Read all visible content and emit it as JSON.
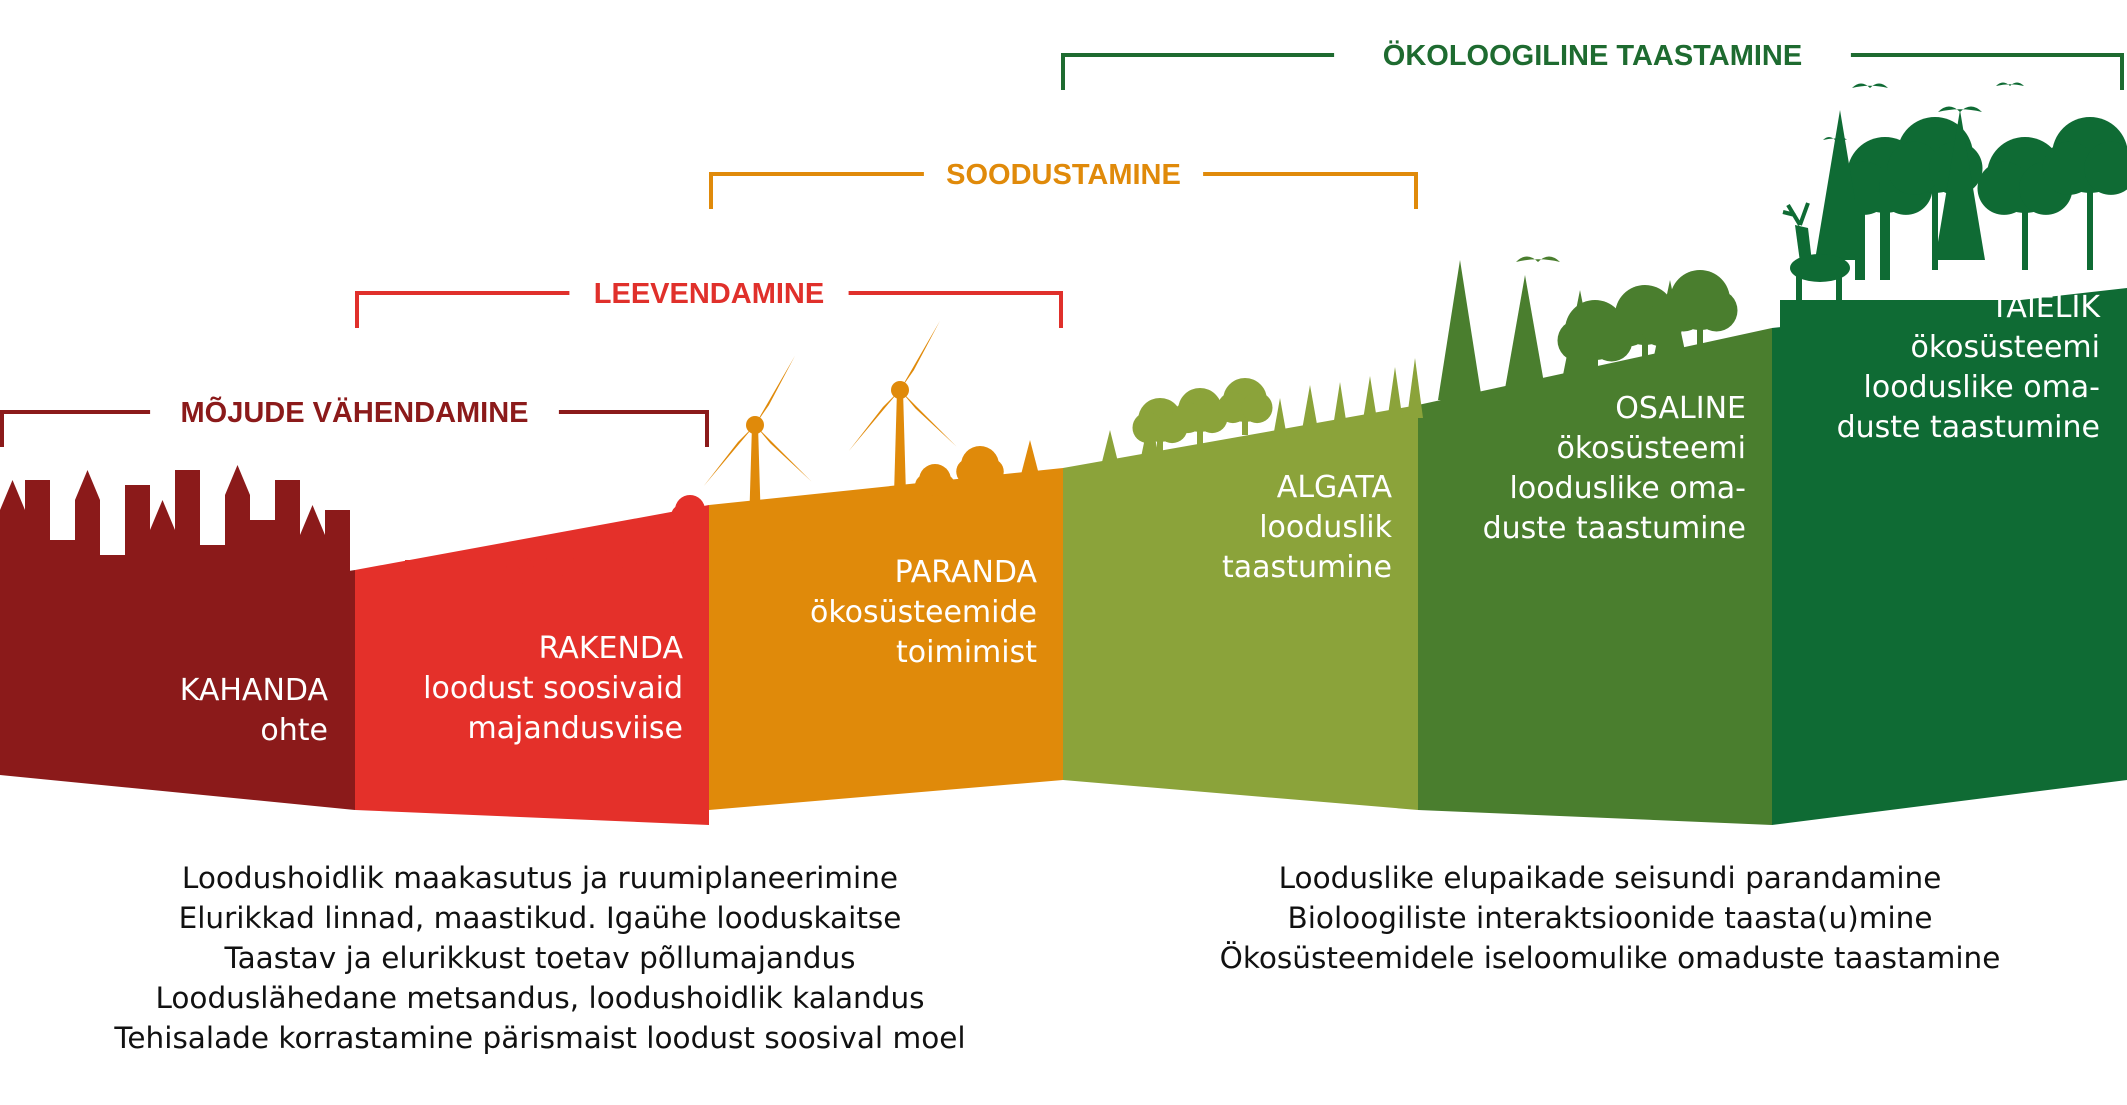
{
  "brackets": [
    {
      "label": "MÕJUDE VÄHENDAMINE",
      "color": "#8B1A1A"
    },
    {
      "label": "LEEVENDAMINE",
      "color": "#E0302B"
    },
    {
      "label": "SOODUSTAMINE",
      "color": "#E08A0A"
    },
    {
      "label": "ÖKOLOOGILINE TAASTAMINE",
      "color": "#1E6B30"
    }
  ],
  "stages": [
    {
      "lines": [
        "KAHANDA",
        "ohte"
      ],
      "color": "#8B1A1A"
    },
    {
      "lines": [
        "RAKENDA",
        "loodust soosivaid",
        "majandusviise"
      ],
      "color": "#E4302A"
    },
    {
      "lines": [
        "PARANDA",
        "ökosüsteemide",
        "toimimist"
      ],
      "color": "#E08A0A"
    },
    {
      "lines": [
        "ALGATA",
        "looduslik",
        "taastumine"
      ],
      "color": "#8BA33A"
    },
    {
      "lines": [
        "OSALINE",
        "ökosüsteemi",
        "looduslike oma-",
        "duste taastumine"
      ],
      "color": "#4A7E2E"
    },
    {
      "lines": [
        "TÄIELIK",
        "ökosüsteemi",
        "looduslike oma-",
        "duste taastumine"
      ],
      "color": "#0F6B34"
    }
  ],
  "footer_left": [
    "Loodushoidlik maakasutus ja ruumiplaneerimine",
    "Elurikkad linnad, maastikud. Igaühe looduskaitse",
    "Taastav ja elurikkust toetav põllumajandus",
    "Looduslähedane metsandus, loodushoidlik kalandus",
    "Tehisalade korrastamine pärismaist loodust soosival moel"
  ],
  "footer_right": [
    "Looduslike elupaikade seisundi parandamine",
    "Bioloogiliste interaktsioonide taasta(u)mine",
    "Ökosüsteemidele iseloomulike omaduste taastamine"
  ]
}
